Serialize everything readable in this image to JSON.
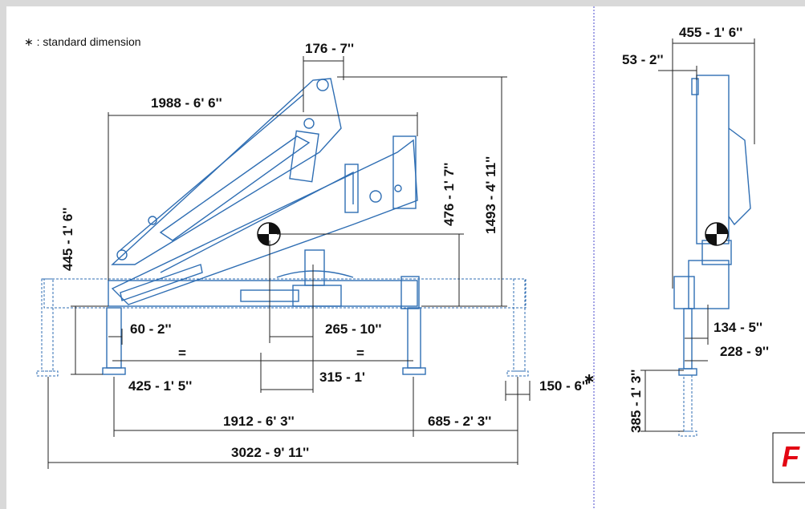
{
  "note": "∗ : standard dimension",
  "dimensions": {
    "d176": "176 - 7''",
    "d1988": "1988 - 6' 6''",
    "d1493": "1493 - 4' 11''",
    "d476": "476 - 1' 7''",
    "d445": "445 - 1' 6''",
    "d60": "60 - 2''",
    "d265": "265 - 10''",
    "eq1": "=",
    "eq2": "=",
    "d425": "425 - 1' 5''",
    "d315": "315 - 1'",
    "d150": "150 - 6''",
    "star": "∗",
    "d1912": "1912 - 6' 3''",
    "d685": "685 - 2' 3''",
    "d3022": "3022 - 9' 11''",
    "d455": "455 - 1' 6''",
    "d53": "53 - 2''",
    "d134": "134 - 5''",
    "d228": "228 - 9''",
    "d385": "385 - 1' 3''"
  },
  "logo": {
    "text": "F",
    "color": "#e30613"
  },
  "colors": {
    "line": "#2f6eb3",
    "background": "#d9d9d9",
    "paper": "#ffffff"
  }
}
